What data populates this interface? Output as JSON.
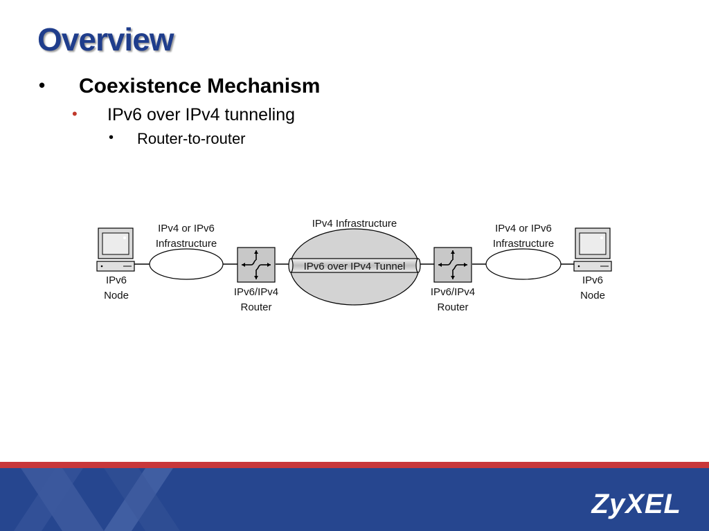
{
  "slide": {
    "title": "Overview",
    "bullets": [
      {
        "text": "Coexistence Mechanism",
        "marker": "•",
        "level": 1
      },
      {
        "text": "IPv6 over IPv4 tunneling",
        "marker": "•",
        "level": 2
      },
      {
        "text": "Router-to-router",
        "marker": "•",
        "level": 3
      }
    ]
  },
  "diagram": {
    "left_cloud_label": [
      "IPv4 or IPv6",
      "Infrastructure"
    ],
    "center_cloud_label": "IPv4 Infrastructure",
    "tunnel_label": "IPv6 over IPv4 Tunnel",
    "right_cloud_label": [
      "IPv4 or IPv6",
      "Infrastructure"
    ],
    "left_node_label": [
      "IPv6",
      "Node"
    ],
    "right_node_label": [
      "IPv6",
      "Node"
    ],
    "left_router_label": [
      "IPv6/IPv4",
      "Router"
    ],
    "right_router_label": [
      "IPv6/IPv4",
      "Router"
    ],
    "icons": [
      "computer-icon",
      "router-icon",
      "cloud-icon",
      "tunnel-icon"
    ]
  },
  "footer": {
    "logo_text": "ZyXEL",
    "colors": {
      "band": "#26468f",
      "stripe": "#c8373a"
    }
  },
  "colors": {
    "title": "#1f3d8c",
    "level2_marker": "#c0392b"
  }
}
